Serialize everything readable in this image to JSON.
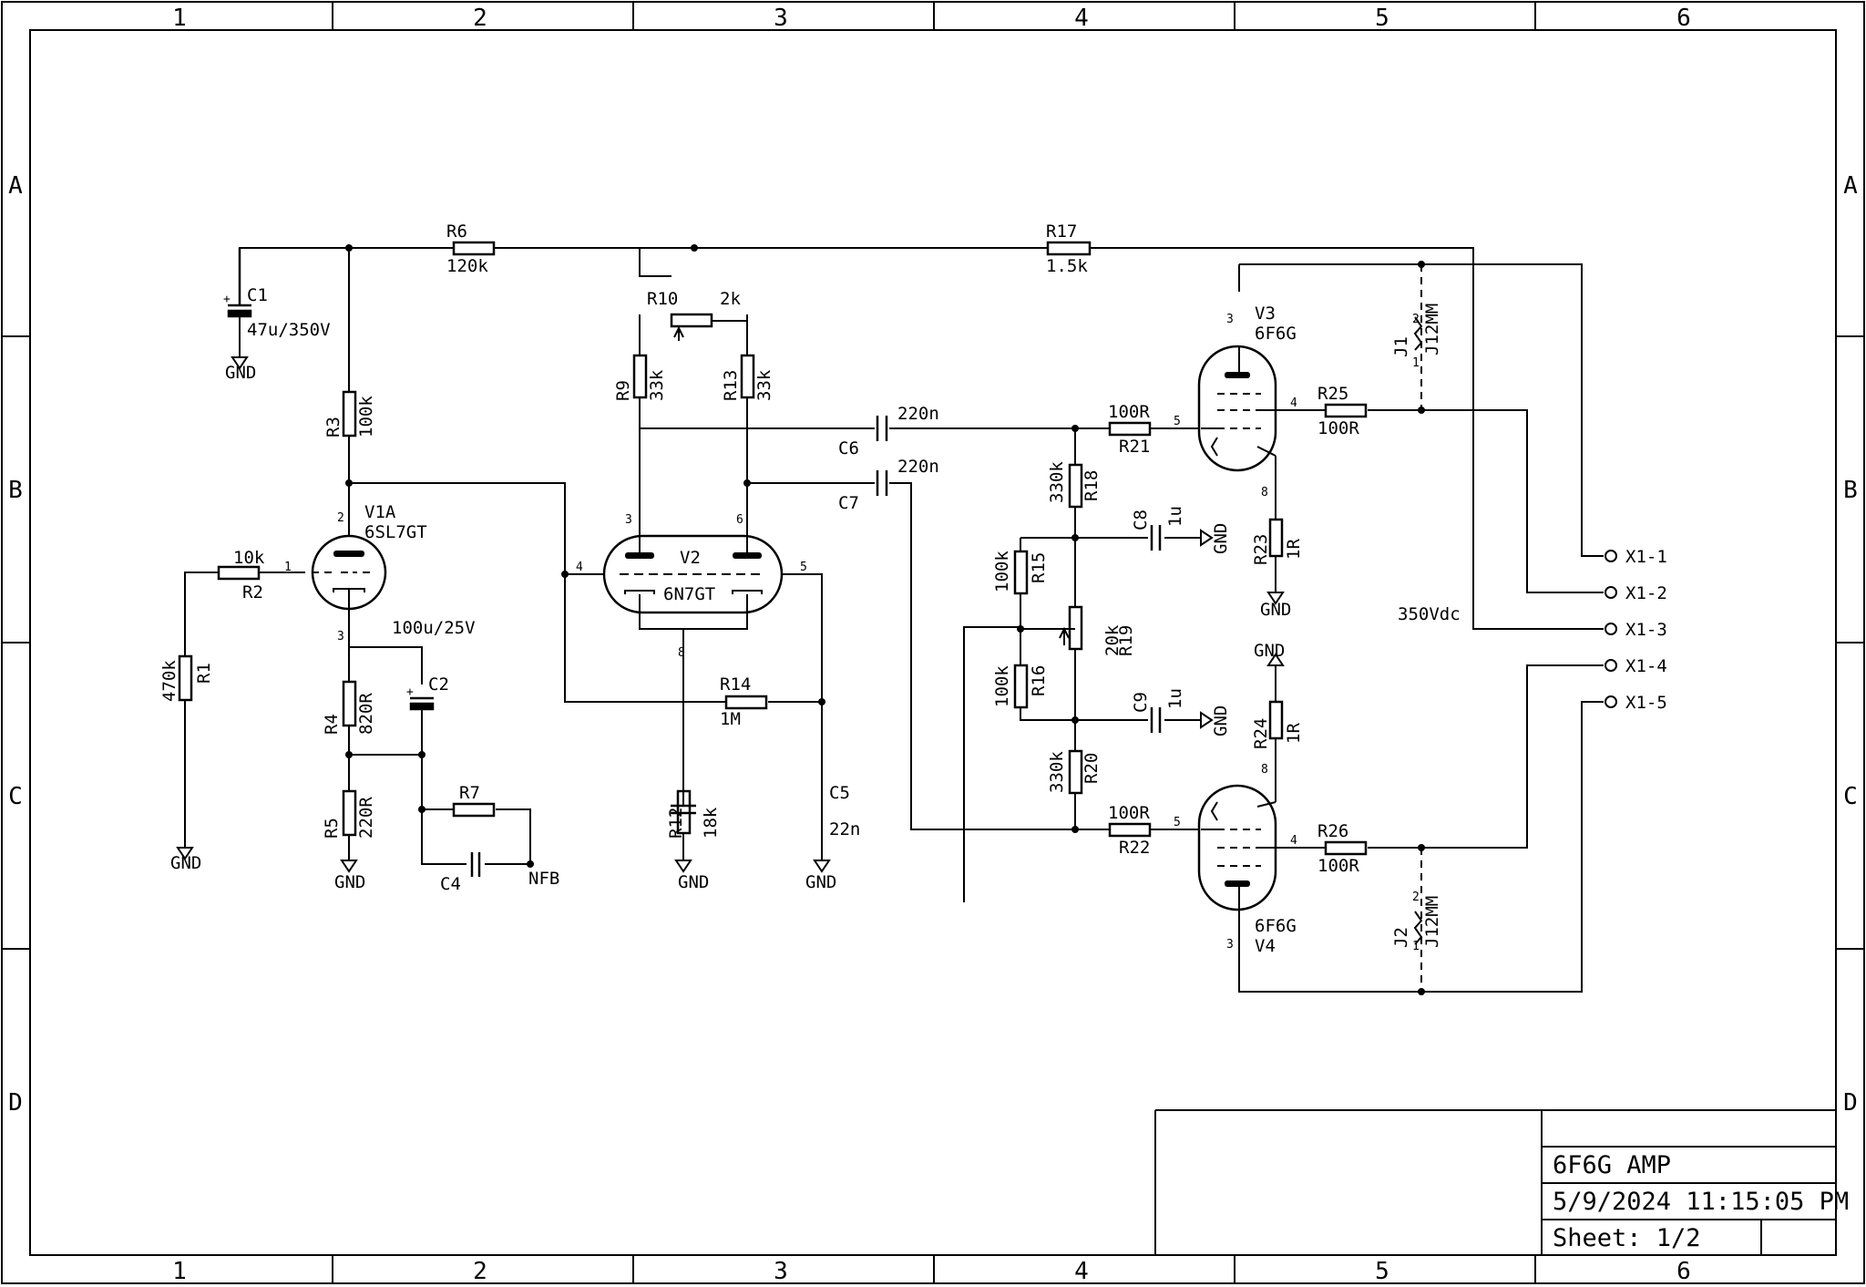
{
  "frame": {
    "columns": [
      "1",
      "2",
      "3",
      "4",
      "5",
      "6"
    ],
    "rows": [
      "A",
      "B",
      "C",
      "D"
    ]
  },
  "title_block": {
    "title": "6F6G AMP",
    "date": "5/9/2024 11:15:05 PM",
    "sheet": "Sheet: 1/2"
  },
  "components": {
    "R1": {
      "name": "R1",
      "value": "470k"
    },
    "R2": {
      "name": "R2",
      "value": "10k"
    },
    "R3": {
      "name": "R3",
      "value": "100k"
    },
    "R4": {
      "name": "R4",
      "value": "820R"
    },
    "R5": {
      "name": "R5",
      "value": "220R"
    },
    "R6": {
      "name": "R6",
      "value": "120k"
    },
    "R7": {
      "name": "R7"
    },
    "R9": {
      "name": "R9",
      "value": "33k"
    },
    "R10": {
      "name": "R10",
      "value": "2k"
    },
    "R12": {
      "name": "R12",
      "value": "18k"
    },
    "R13": {
      "name": "R13",
      "value": "33k"
    },
    "R14": {
      "name": "R14",
      "value": "1M"
    },
    "R15": {
      "name": "R15",
      "value": "100k"
    },
    "R16": {
      "name": "R16",
      "value": "100k"
    },
    "R17": {
      "name": "R17",
      "value": "1.5k"
    },
    "R18": {
      "name": "R18",
      "value": "330k"
    },
    "R19": {
      "name": "R19",
      "value": "20k"
    },
    "R20": {
      "name": "R20",
      "value": "330k"
    },
    "R21": {
      "name": "R21",
      "value": "100R"
    },
    "R22": {
      "name": "R22",
      "value": "100R"
    },
    "R23": {
      "name": "R23",
      "value": "1R"
    },
    "R24": {
      "name": "R24",
      "value": "1R"
    },
    "R25": {
      "name": "R25",
      "value": "100R"
    },
    "R26": {
      "name": "R26",
      "value": "100R"
    },
    "C1": {
      "name": "C1",
      "value": "47u/350V"
    },
    "C2": {
      "name": "C2",
      "value": "100u/25V"
    },
    "C4": {
      "name": "C4"
    },
    "C5": {
      "name": "C5",
      "value": "22n"
    },
    "C6": {
      "name": "C6",
      "value": "220n"
    },
    "C7": {
      "name": "C7",
      "value": "220n"
    },
    "C8": {
      "name": "C8",
      "value": "1u"
    },
    "C9": {
      "name": "C9",
      "value": "1u"
    },
    "V1A": {
      "name": "V1A",
      "value": "6SL7GT"
    },
    "V2": {
      "name": "V2",
      "value": "6N7GT"
    },
    "V3": {
      "name": "V3",
      "value": "6F6G"
    },
    "V4": {
      "name": "V4",
      "value": "6F6G"
    },
    "J1": {
      "name": "J1",
      "value": "J12MM"
    },
    "J2": {
      "name": "J2",
      "value": "J12MM"
    }
  },
  "net_labels": {
    "gnd": "GND",
    "nfb": "NFB",
    "supply": "350Vdc"
  },
  "connector": [
    "X1-1",
    "X1-2",
    "X1-3",
    "X1-4",
    "X1-5"
  ],
  "pins": {
    "p1": "1",
    "p2": "2",
    "p3": "3",
    "p4": "4",
    "p5": "5",
    "p6": "6",
    "p8": "8"
  }
}
